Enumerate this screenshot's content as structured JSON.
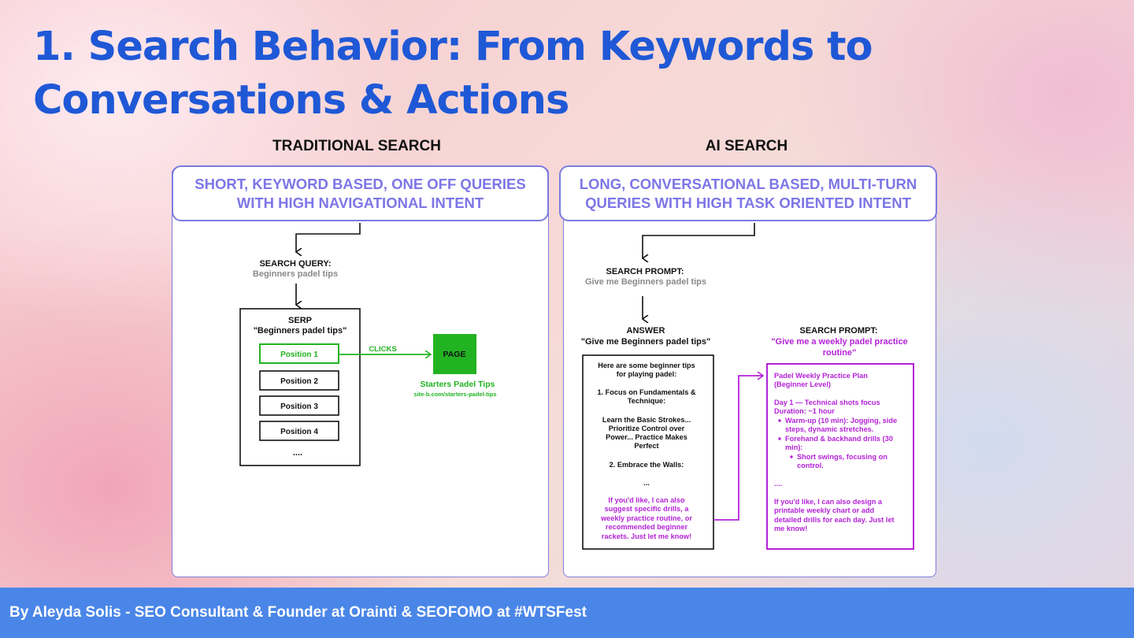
{
  "slide": {
    "title_line1": "1. Search Behavior: From Keywords to",
    "title_line2": "Conversations & Actions",
    "footer": "By Aleyda Solis -  SEO Consultant & Founder at Orainti & SEOFOMO at #WTSFest"
  },
  "traditional": {
    "header": "TRADITIONAL SEARCH",
    "caption_line1": "SHORT, KEYWORD BASED, ONE OFF QUERIES",
    "caption_line2": "WITH HIGH NAVIGATIONAL INTENT",
    "query_label": "SEARCH QUERY:",
    "query_text": "Beginners padel tips",
    "serp_label": "SERP",
    "serp_query": "\"Beginners padel tips\"",
    "positions": [
      "Position 1",
      "Position 2",
      "Position 3",
      "Position 4"
    ],
    "more": "....",
    "clicks_label": "CLICKS",
    "page_label": "PAGE",
    "page_title": "Starters Padel Tips",
    "page_url": "site-b.com/starters-padel-tips"
  },
  "ai": {
    "header": "AI SEARCH",
    "caption_line1": "LONG, CONVERSATIONAL BASED, MULTI-TURN",
    "caption_line2": "QUERIES WITH HIGH TASK ORIENTED INTENT",
    "prompt_label": "SEARCH PROMPT:",
    "prompt_text": "Give me Beginners padel tips",
    "answer_label": "ANSWER",
    "answer_query": "\"Give me Beginners padel tips\"",
    "answer_lines": [
      "Here are some beginner tips",
      "for playing padel:",
      "",
      "1. Focus on Fundamentals &",
      "Technique:",
      "",
      "Learn the Basic Strokes...",
      "Prioritize Control over",
      "Power... Practice Makes",
      "Perfect",
      "",
      "2. Embrace the Walls:",
      "",
      "..."
    ],
    "answer_followup": [
      "If you'd like, I can also",
      "suggest specific drills, a",
      "weekly practice routine, or",
      "recommended beginner",
      "rackets. Just let me know!"
    ],
    "prompt2_label": "SEARCH PROMPT:",
    "prompt2_line1": "\"Give me a weekly padel practice",
    "prompt2_line2": "routine\"",
    "plan_title": "Padel Weekly Practice Plan",
    "plan_subtitle": "(Beginner Level)",
    "plan_day": "Day 1 — Technical shots focus",
    "plan_duration": "Duration: ~1 hour",
    "plan_b1_l1": "Warm-up (10 min): Jogging, side",
    "plan_b1_l2": "steps, dynamic stretches.",
    "plan_b2_l1": "Forehand & backhand drills (30",
    "plan_b2_l2": "min):",
    "plan_b3_l1": "Short swings, focusing on",
    "plan_b3_l2": "control.",
    "plan_more": "....",
    "plan_followup": [
      "If you'd like, I can also design a",
      "printable weekly chart or add",
      "detailed drills for each day. Just let",
      "me know!"
    ]
  },
  "colors": {
    "title_blue": "#1f58d6",
    "caption_purple": "#7d76e6",
    "click_green": "#22b322",
    "ai_magenta": "#b422d6",
    "footer_blue": "#4a86e8"
  }
}
